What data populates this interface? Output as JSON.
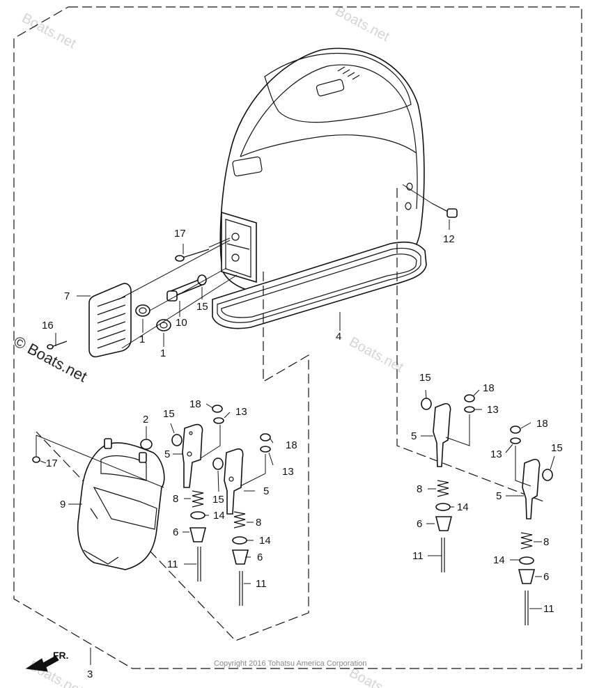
{
  "watermarks": [
    "Boats.net",
    "Boats.net",
    "Boats.net",
    "Boats.net",
    "Boats.net"
  ],
  "watermark_main": "© Boats.net",
  "copyright": "Copyright 2016 Tohatsu America Corporation",
  "direction_label": "FR.",
  "callouts": {
    "c1a": "1",
    "c1b": "1",
    "c2": "2",
    "c3": "3",
    "c4": "4",
    "c5a": "5",
    "c5b": "5",
    "c5c": "5",
    "c5d": "5",
    "c6a": "6",
    "c6b": "6",
    "c6c": "6",
    "c6d": "6",
    "c7": "7",
    "c8a": "8",
    "c8b": "8",
    "c8c": "8",
    "c8d": "8",
    "c9": "9",
    "c10": "10",
    "c11a": "11",
    "c11b": "11",
    "c11c": "11",
    "c11d": "11",
    "c12": "12",
    "c13a": "13",
    "c13b": "13",
    "c13c": "13",
    "c13d": "13",
    "c14a": "14",
    "c14b": "14",
    "c14c": "14",
    "c14d": "14",
    "c15a": "15",
    "c15b": "15",
    "c15c": "15",
    "c15d": "15",
    "c15e": "15",
    "c16": "16",
    "c17a": "17",
    "c17b": "17",
    "c18a": "18",
    "c18b": "18",
    "c18c": "18",
    "c18d": "18"
  }
}
